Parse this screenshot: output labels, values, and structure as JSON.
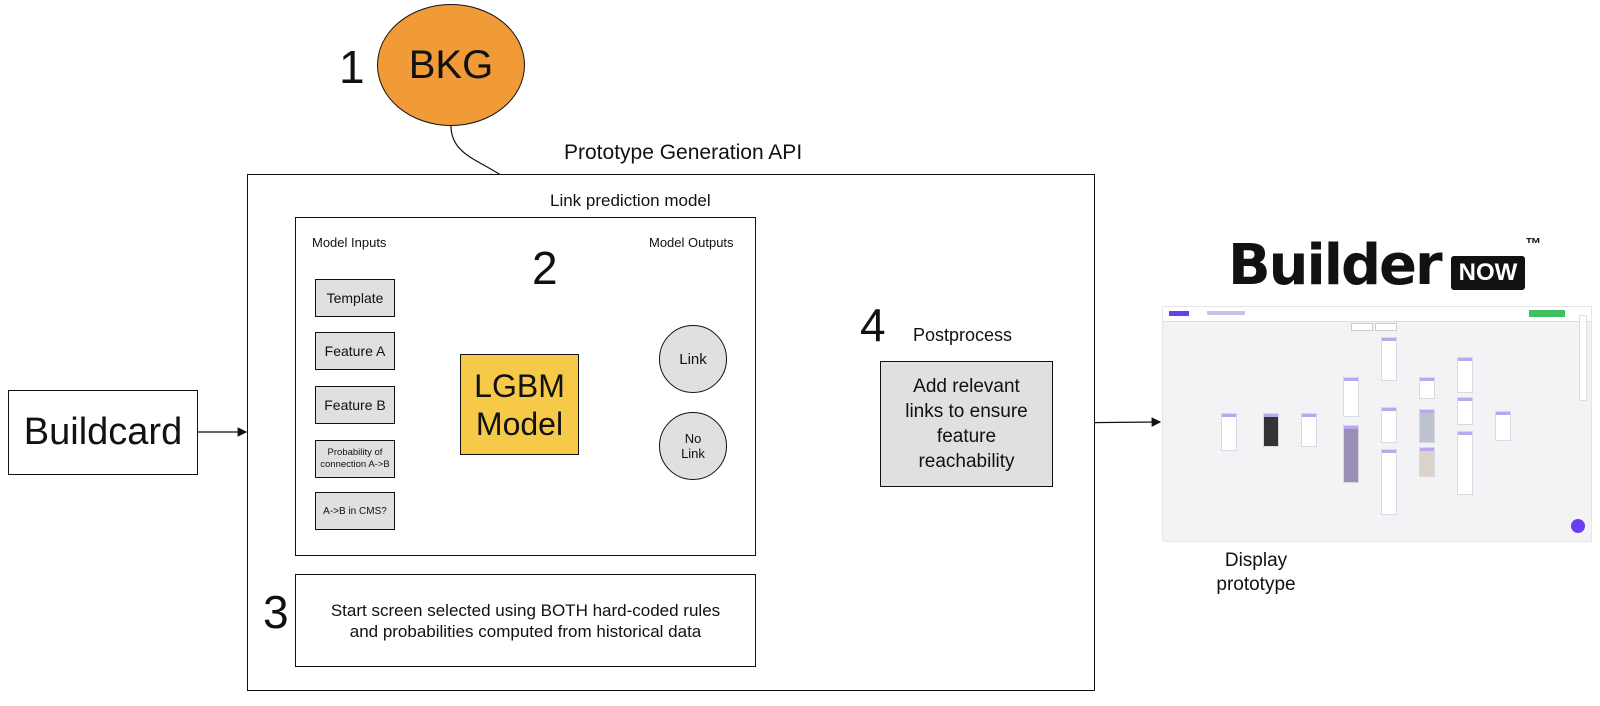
{
  "bkg": {
    "number": "1",
    "label": "BKG"
  },
  "api": {
    "title": "Prototype Generation API"
  },
  "link_model": {
    "title": "Link prediction model",
    "number": "2",
    "inputs_label": "Model Inputs",
    "outputs_label": "Model Outputs",
    "inputs": [
      "Template",
      "Feature A",
      "Feature B",
      "Probability of connection A->B",
      "A->B in CMS?"
    ],
    "model_line1": "LGBM",
    "model_line2": "Model",
    "outputs": [
      "Link",
      "No Link"
    ]
  },
  "start_screen": {
    "number": "3",
    "text_line1": "Start screen selected using BOTH hard-coded rules",
    "text_line2": "and probabilities computed from historical data"
  },
  "postprocess": {
    "number": "4",
    "title": "Postprocess",
    "text_line1": "Add relevant",
    "text_line2": "links to ensure",
    "text_line3": "feature",
    "text_line4": "reachability"
  },
  "buildcard": {
    "label": "Buildcard"
  },
  "builder_now": {
    "logo_word": "Builder",
    "badge": "NOW",
    "trademark": "™",
    "caption_line1": "Display",
    "caption_line2": "prototype"
  },
  "colors": {
    "bkg_fill": "#f09a38",
    "model_fill": "#f7c948",
    "node_gray": "#e0e0e0",
    "accent_purple": "#6b3df5"
  }
}
